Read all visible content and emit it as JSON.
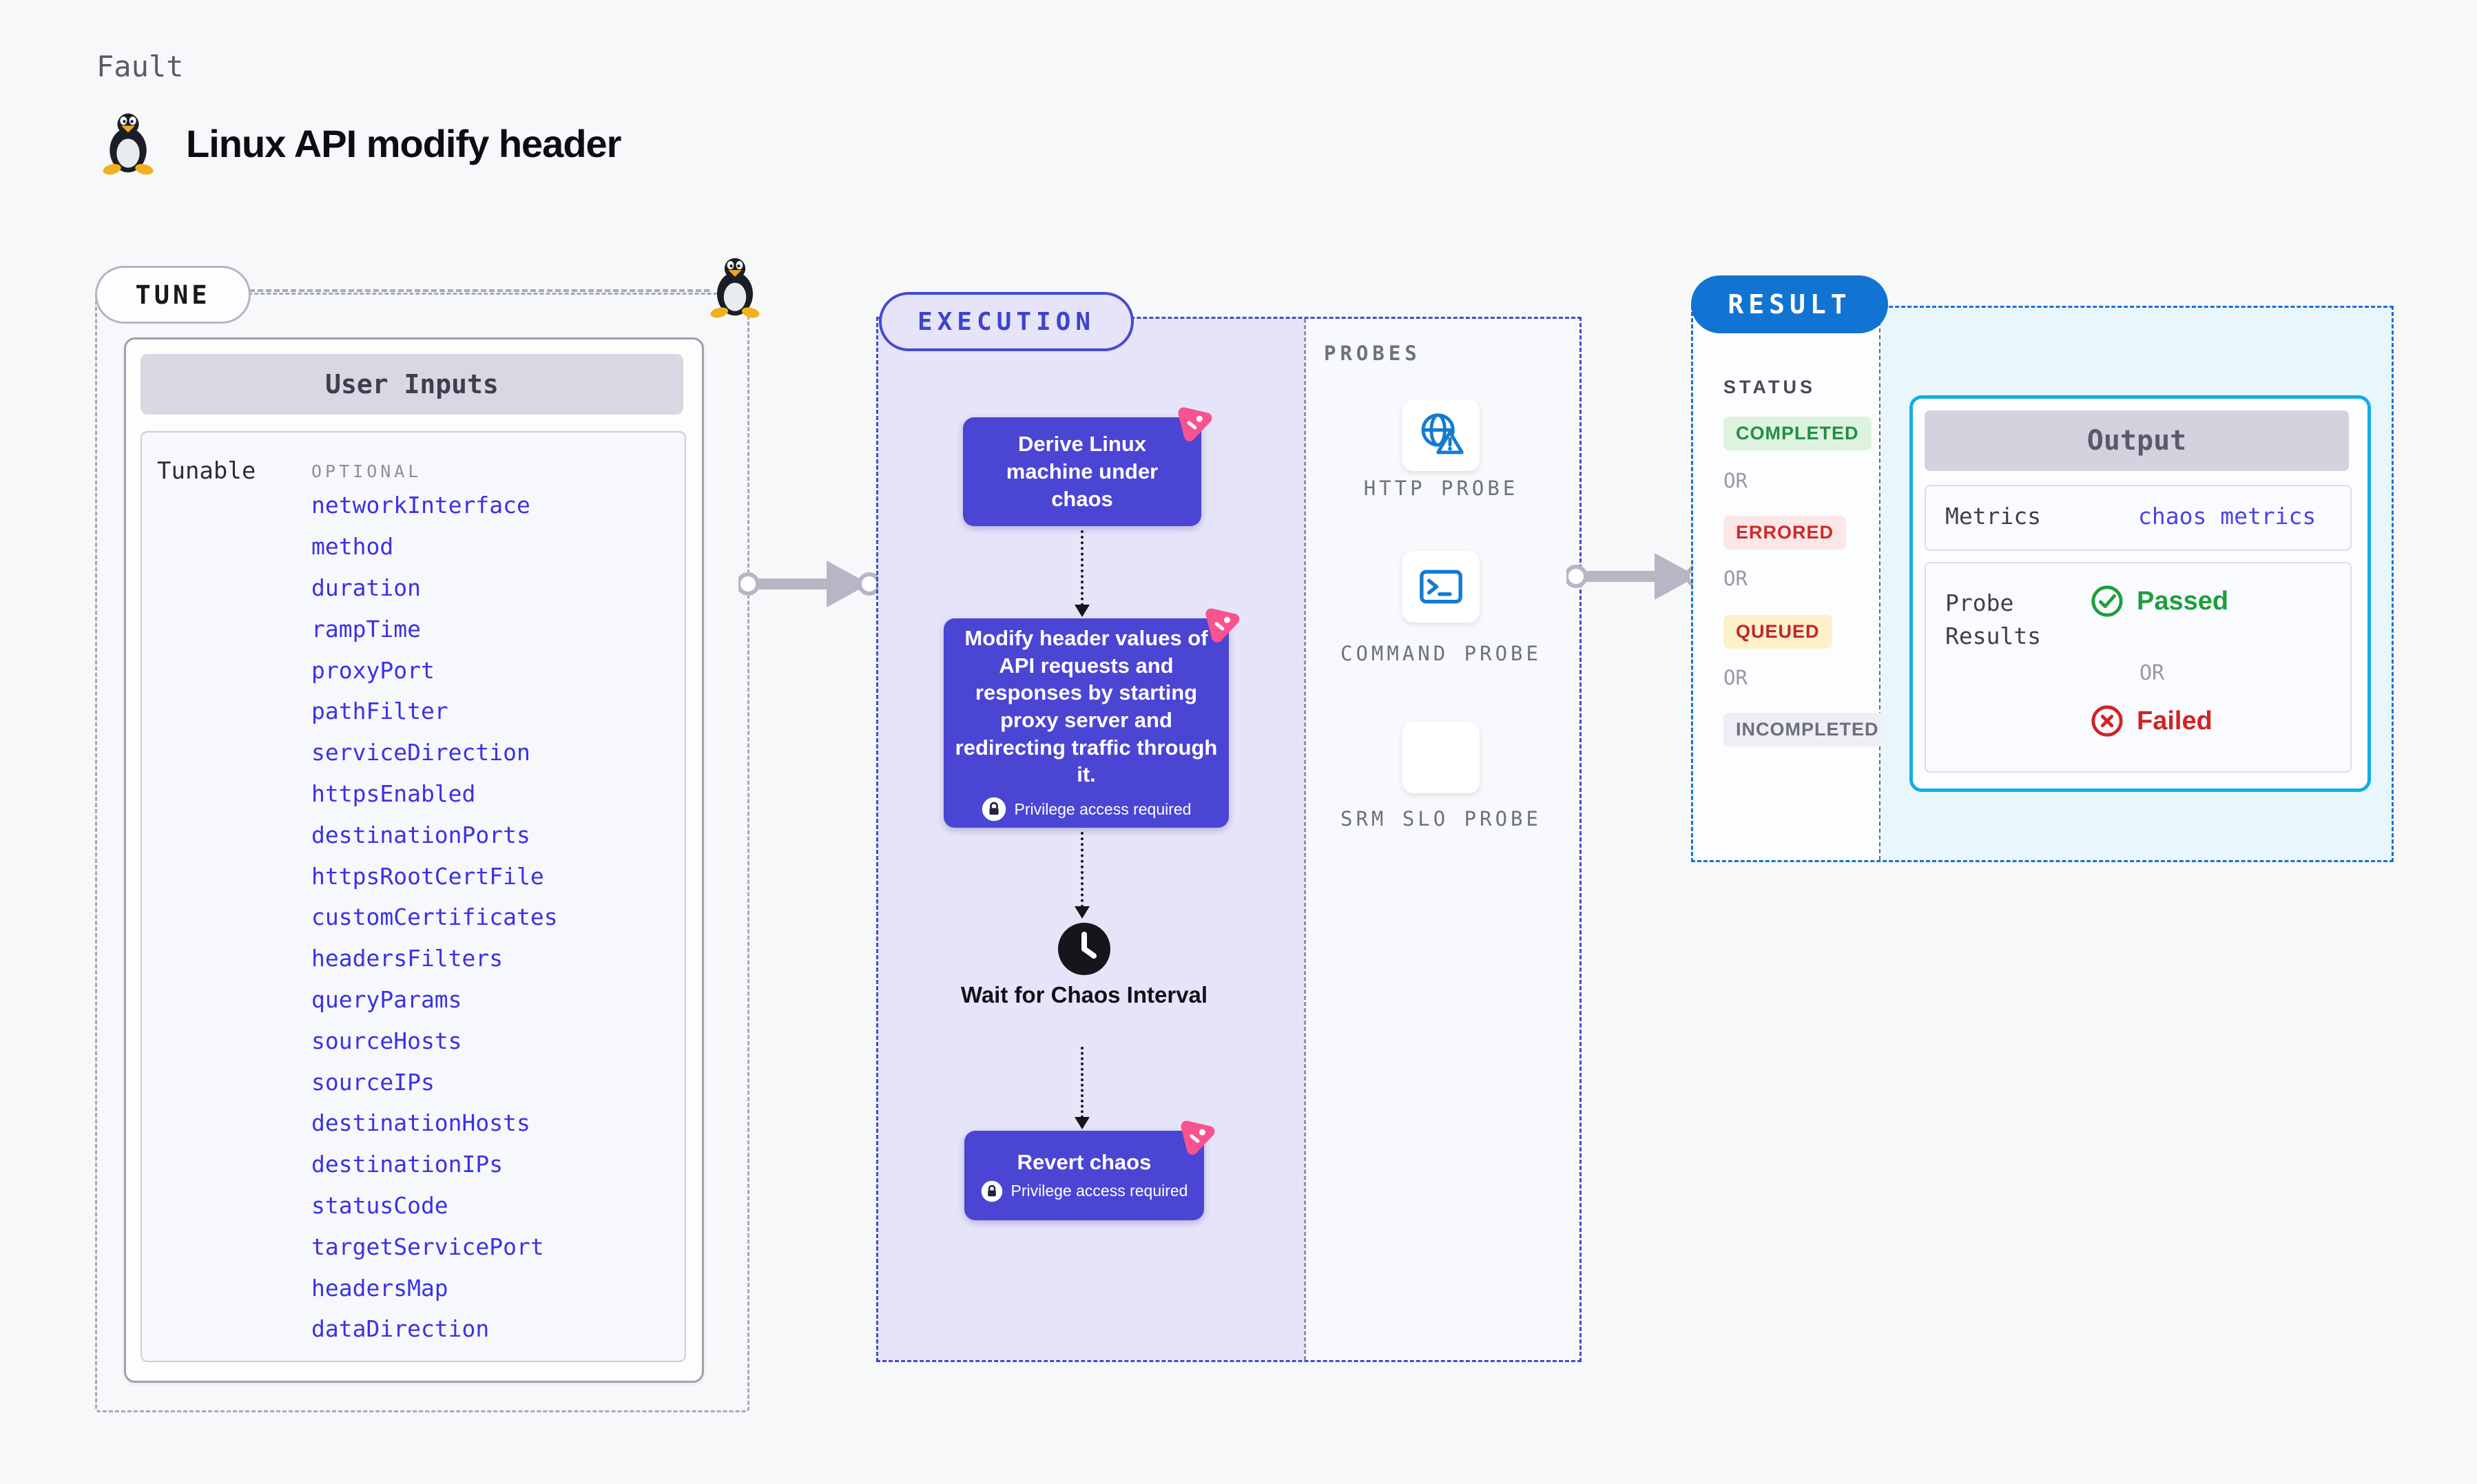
{
  "page": {
    "type_label": "Fault",
    "title": "Linux API modify header"
  },
  "tune": {
    "badge": "TUNE",
    "table": {
      "title": "User Inputs",
      "row_label": "Tunable",
      "column_label": "OPTIONAL",
      "tunables": [
        "networkInterface",
        "method",
        "duration",
        "rampTime",
        "proxyPort",
        "pathFilter",
        "serviceDirection",
        "httpsEnabled",
        "destinationPorts",
        "httpsRootCertFile",
        "customCertificates",
        "headersFilters",
        "queryParams",
        "sourceHosts",
        "sourceIPs",
        "destinationHosts",
        "destinationIPs",
        "statusCode",
        "targetServicePort",
        "headersMap",
        "dataDirection"
      ]
    }
  },
  "execution": {
    "badge": "EXECUTION",
    "steps": {
      "derive": "Derive Linux machine under chaos",
      "inject": "Modify header values of API requests and responses by starting proxy server and redirecting traffic through it.",
      "wait": "Wait for Chaos Interval",
      "revert": "Revert chaos"
    },
    "privilege_note": "Privilege access required"
  },
  "probes": {
    "label": "PROBES",
    "items": [
      {
        "label": "HTTP PROBE",
        "icon": "globe-alert-icon"
      },
      {
        "label": "COMMAND PROBE",
        "icon": "terminal-icon"
      },
      {
        "label": "SRM SLO PROBE",
        "icon": "slo-donut-check-icon"
      }
    ]
  },
  "result": {
    "badge": "RESULT",
    "status_label": "STATUS",
    "or_label": "OR",
    "statuses": [
      {
        "label": "COMPLETED",
        "fg": "#1f8f45",
        "bg": "#def3df"
      },
      {
        "label": "ERRORED",
        "fg": "#cc2a2a",
        "bg": "#fbe7e7"
      },
      {
        "label": "QUEUED",
        "fg": "#c22525",
        "bg": "#fcf1cb"
      },
      {
        "label": "INCOMPLETED",
        "fg": "#6b6e80",
        "bg": "#eeeef4"
      }
    ],
    "output": {
      "title": "Output",
      "metrics_label": "Metrics",
      "metrics_value": "chaos metrics",
      "probe_results_label": "Probe Results",
      "passed_label": "Passed",
      "or_label": "OR",
      "failed_label": "Failed"
    }
  },
  "colors": {
    "page_bg": "#f7f8fa",
    "node_indigo": "#4b45d4",
    "execution_bg": "#e5e4f9",
    "execution_border": "#444bd0",
    "tunable_link": "#3a32e4",
    "result_blue": "#1274d2",
    "output_border": "#14aee3",
    "output_area_bg": "#e9f7fc",
    "pink_badge": "#f8538f",
    "probe_icon_blue": "#147bd1",
    "passed_green": "#1f9e3e",
    "failed_red": "#d32222"
  }
}
